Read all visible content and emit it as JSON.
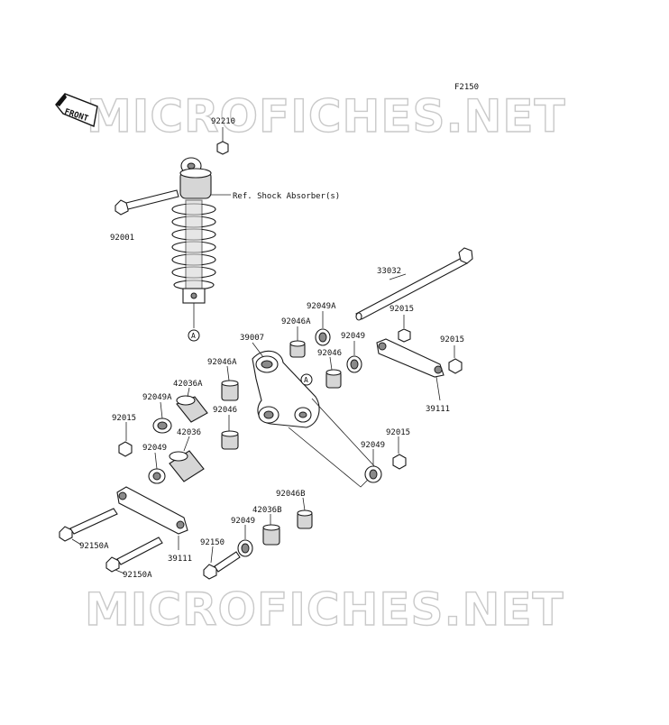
{
  "figure_code": "F2150",
  "front_label": "FRONT",
  "watermark_text": "MICROFICHES.NET",
  "ref_note": "Ref. Shock Absorber(s)",
  "callout_letter": "A",
  "labels": {
    "p92210": "92210",
    "p92001": "92001",
    "p33032": "33032",
    "p92049A_top": "92049A",
    "p92046A_top": "92046A",
    "p92015_a": "92015",
    "p92015_b": "92015",
    "p39007": "39007",
    "p92049_mid": "92049",
    "p92046A_mid": "92046A",
    "p92046_mid": "92046",
    "p39111_right": "39111",
    "p42036A": "42036A",
    "p92049A_left": "92049A",
    "p92046_left": "92046",
    "p92015_left": "92015",
    "p42036": "42036",
    "p92049_left": "92049",
    "p92015_lower": "92015",
    "p92049_lower": "92049",
    "p92046B": "92046B",
    "p42036B": "42036B",
    "p92049_bottom": "92049",
    "p92150": "92150",
    "p92150A_left": "92150A",
    "p92150A_bottom": "92150A",
    "p39111_left": "39111"
  }
}
